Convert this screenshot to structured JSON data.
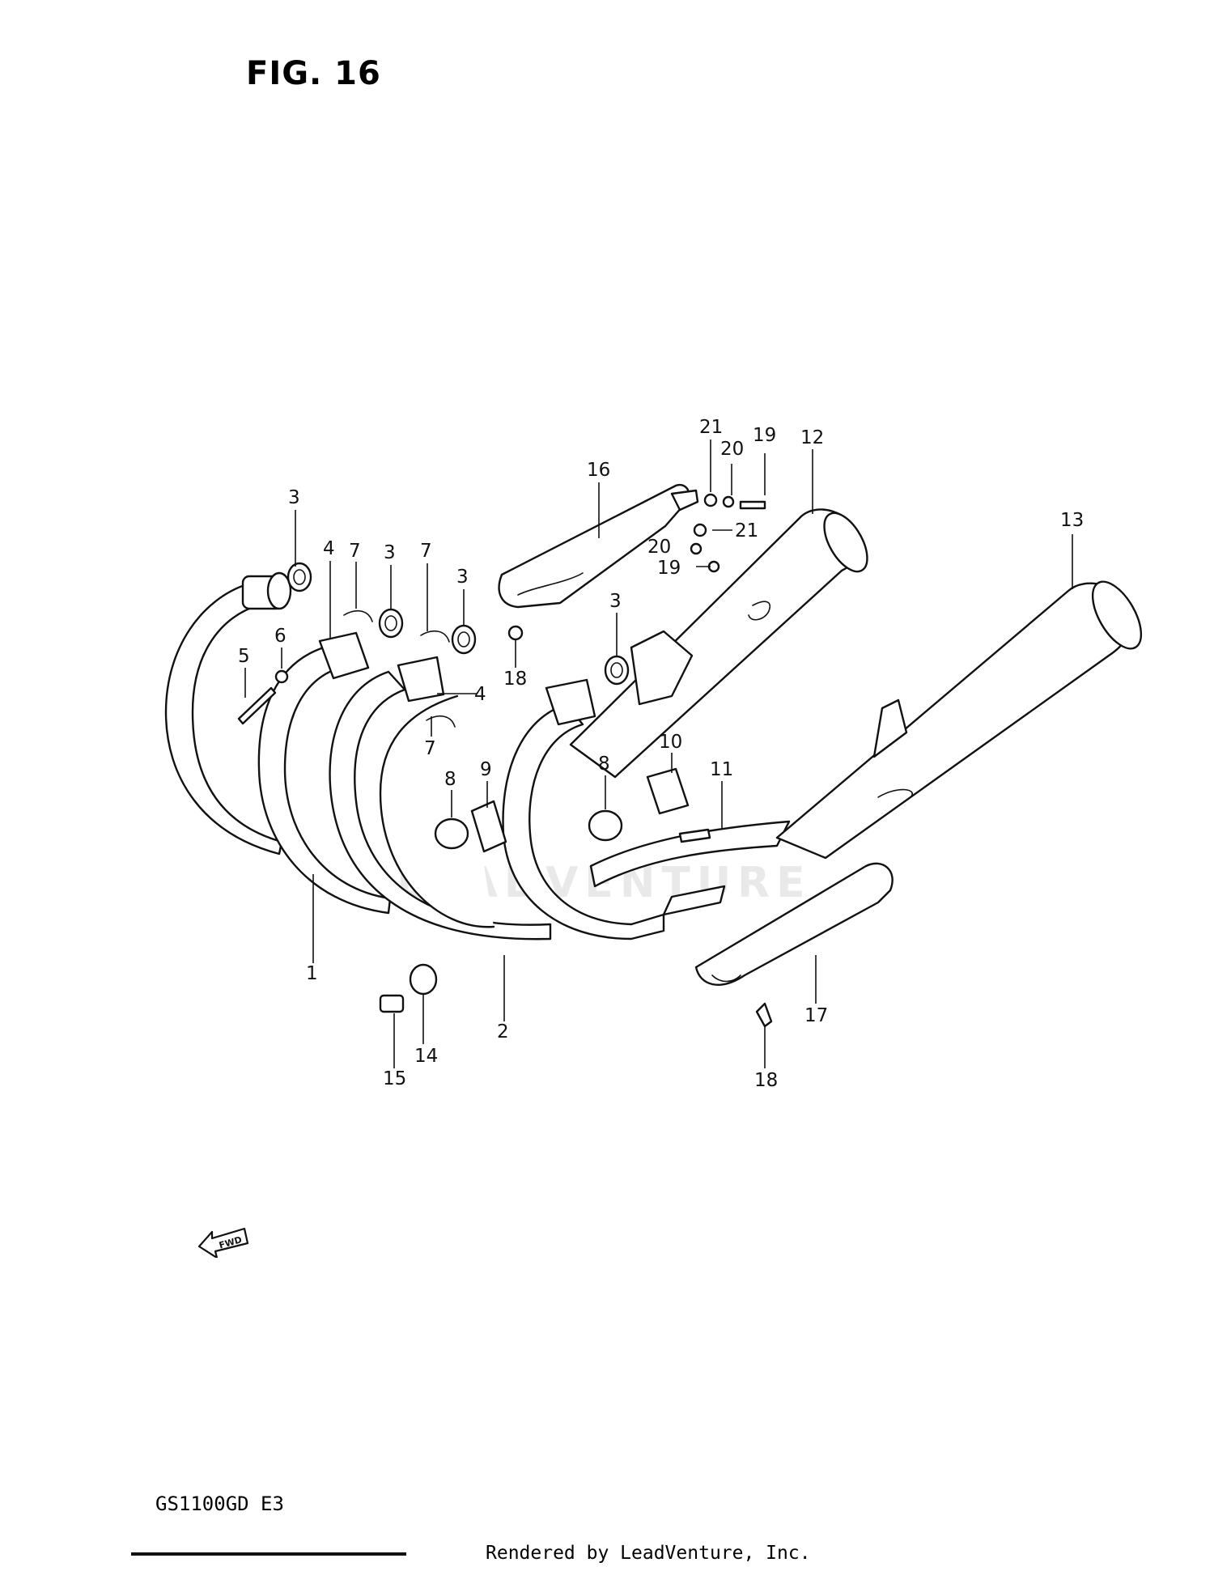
{
  "figure": {
    "title": "FIG. 16"
  },
  "callouts": [
    {
      "id": "c-1",
      "label": "1"
    },
    {
      "id": "c-2",
      "label": "2"
    },
    {
      "id": "c-3a",
      "label": "3"
    },
    {
      "id": "c-3b",
      "label": "3"
    },
    {
      "id": "c-3c",
      "label": "3"
    },
    {
      "id": "c-3d",
      "label": "3"
    },
    {
      "id": "c-4a",
      "label": "4"
    },
    {
      "id": "c-4b",
      "label": "4"
    },
    {
      "id": "c-5",
      "label": "5"
    },
    {
      "id": "c-6",
      "label": "6"
    },
    {
      "id": "c-7a",
      "label": "7"
    },
    {
      "id": "c-7b",
      "label": "7"
    },
    {
      "id": "c-7c",
      "label": "7"
    },
    {
      "id": "c-8a",
      "label": "8"
    },
    {
      "id": "c-8b",
      "label": "8"
    },
    {
      "id": "c-9",
      "label": "9"
    },
    {
      "id": "c-10",
      "label": "10"
    },
    {
      "id": "c-11",
      "label": "11"
    },
    {
      "id": "c-12",
      "label": "12"
    },
    {
      "id": "c-13",
      "label": "13"
    },
    {
      "id": "c-14",
      "label": "14"
    },
    {
      "id": "c-15",
      "label": "15"
    },
    {
      "id": "c-16",
      "label": "16"
    },
    {
      "id": "c-17",
      "label": "17"
    },
    {
      "id": "c-18a",
      "label": "18"
    },
    {
      "id": "c-18b",
      "label": "18"
    },
    {
      "id": "c-19a",
      "label": "19"
    },
    {
      "id": "c-19b",
      "label": "19"
    },
    {
      "id": "c-20a",
      "label": "20"
    },
    {
      "id": "c-20b",
      "label": "20"
    },
    {
      "id": "c-21a",
      "label": "21"
    },
    {
      "id": "c-21b",
      "label": "21"
    }
  ],
  "fwd_label": "FWD",
  "watermark": "LEADVENTURE",
  "model_code": "GS1100GD E3",
  "footer": "Rendered by LeadVenture, Inc.",
  "icons": {
    "fwd_arrow": "fwd-arrow-icon"
  }
}
